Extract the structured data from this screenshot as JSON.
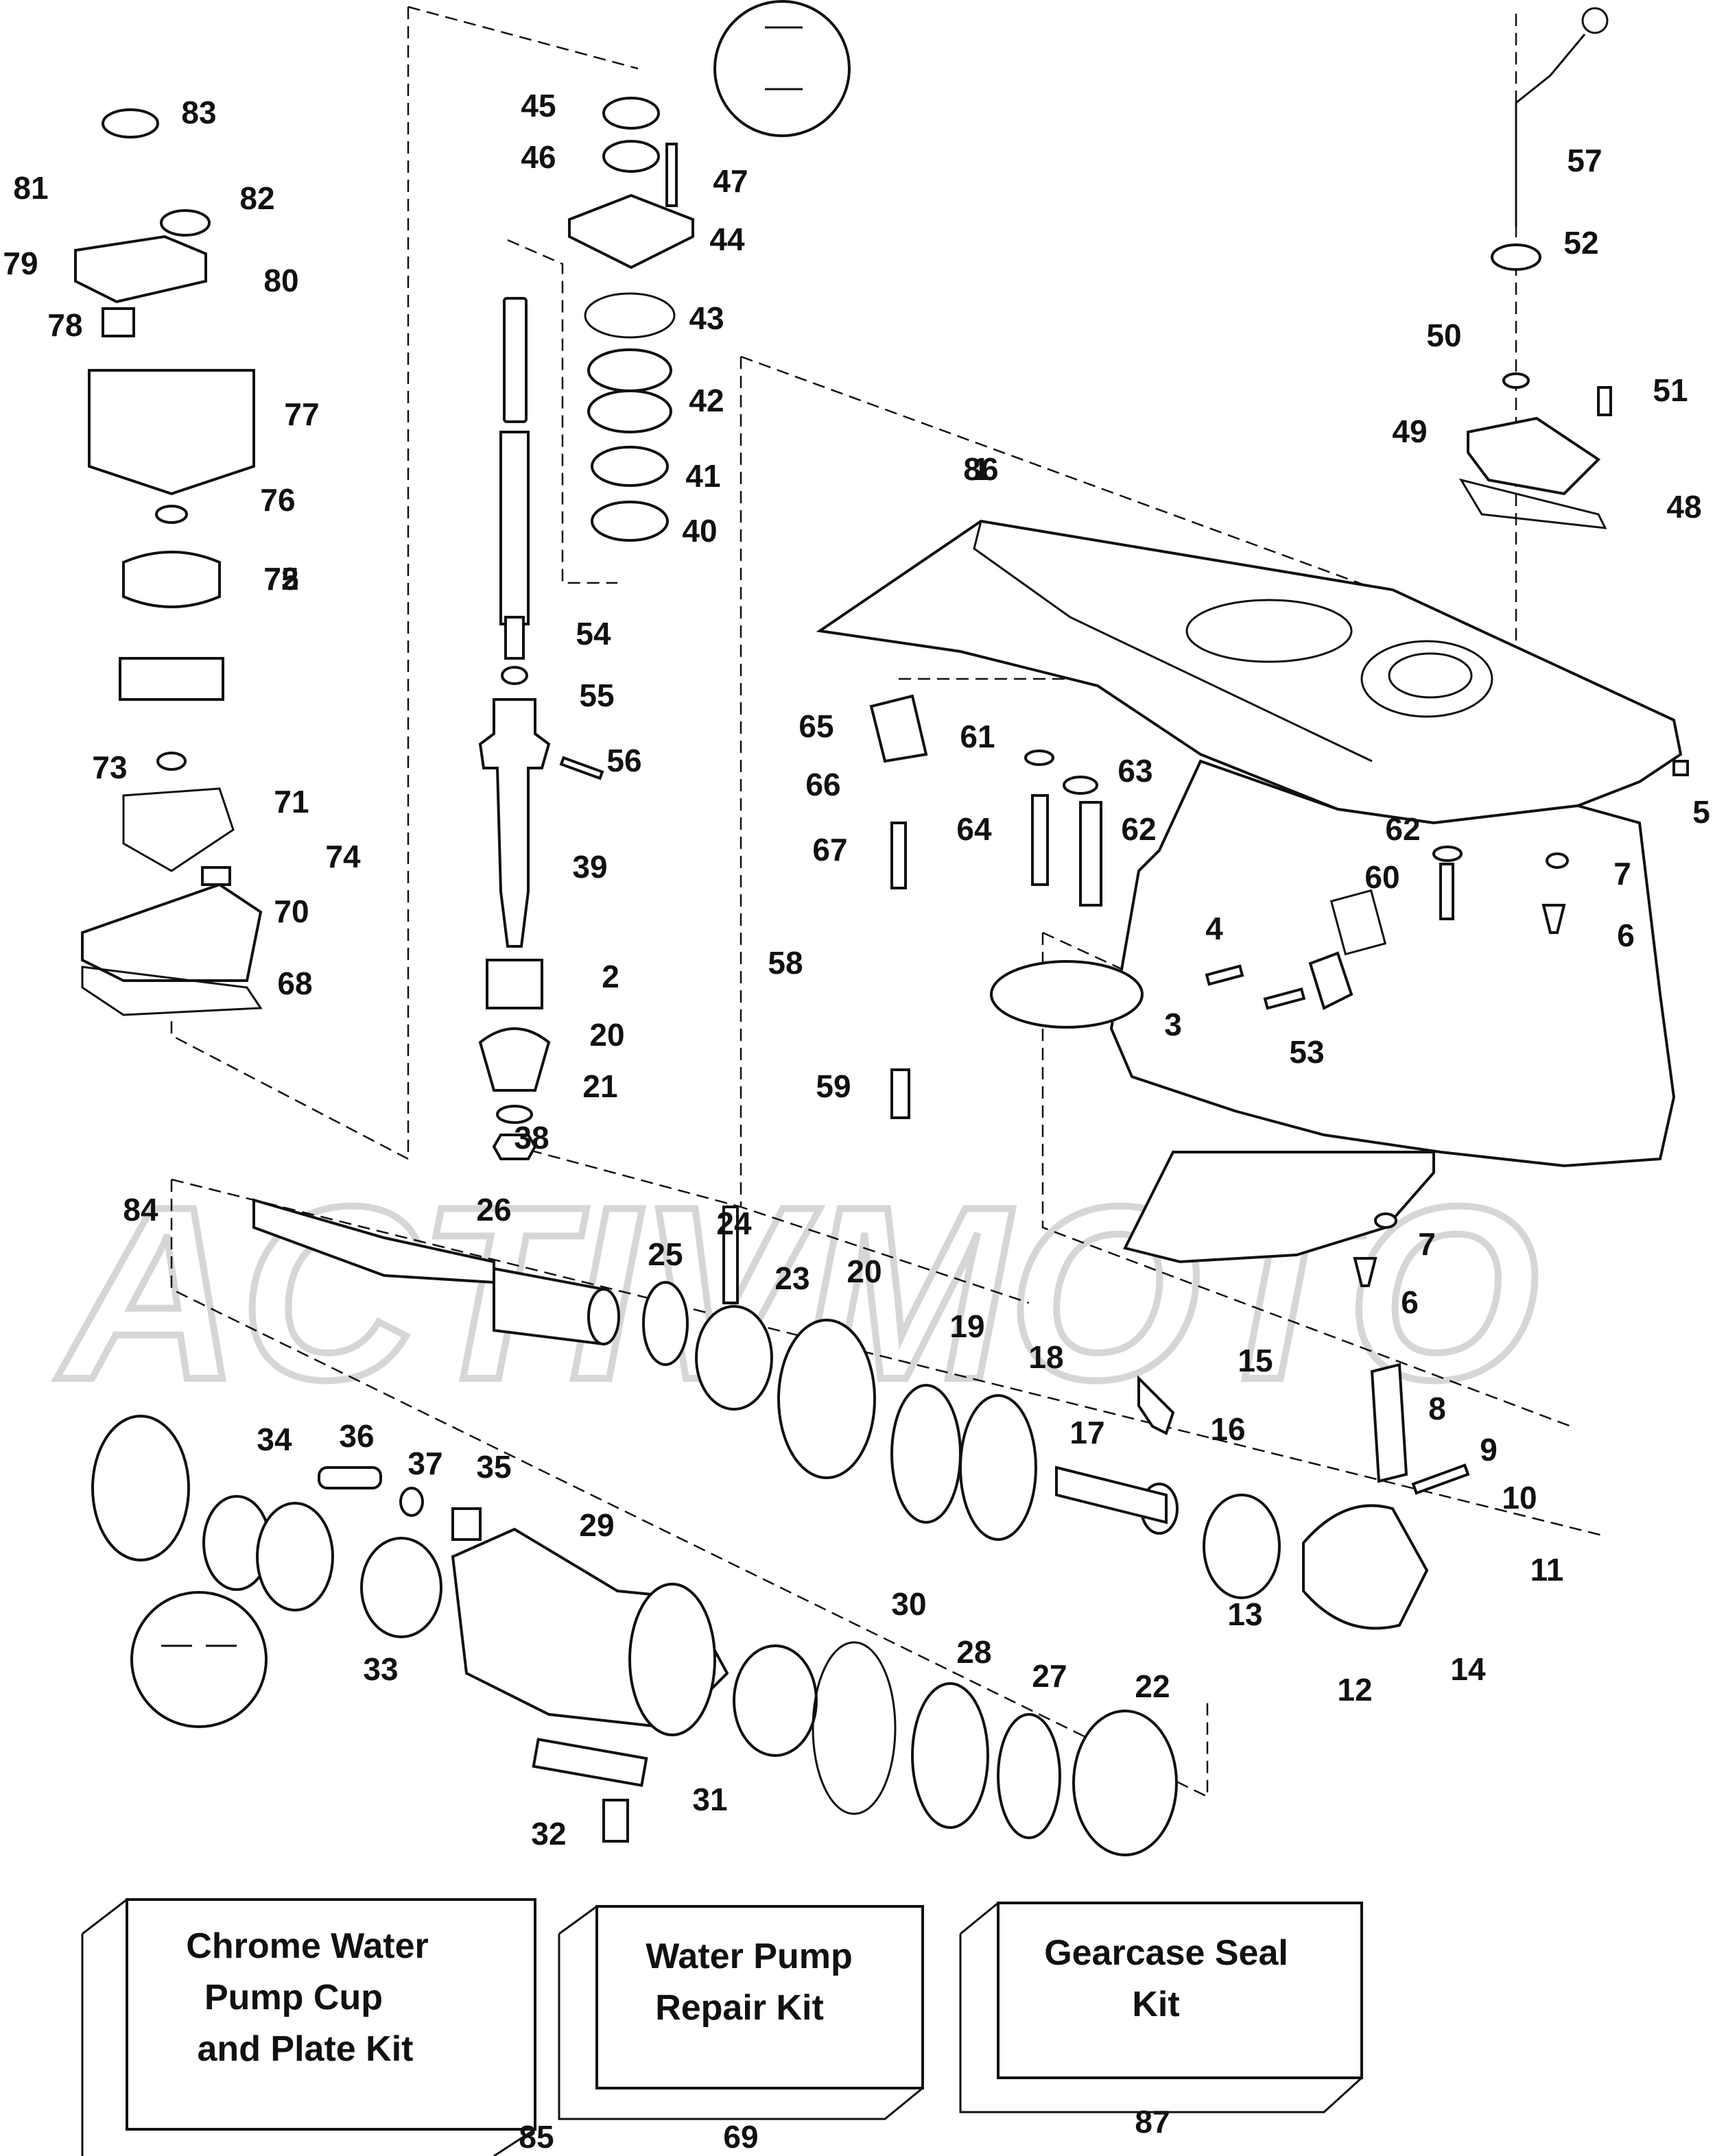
{
  "watermark": "ACTIVMOTO",
  "callouts": [
    "1",
    "2",
    "3",
    "4",
    "5",
    "6",
    "6",
    "7",
    "7",
    "8",
    "9",
    "10",
    "11",
    "12",
    "13",
    "14",
    "15",
    "16",
    "17",
    "18",
    "19",
    "20",
    "20",
    "21",
    "22",
    "23",
    "24",
    "25",
    "26",
    "27",
    "28",
    "29",
    "30",
    "31",
    "32",
    "33",
    "34",
    "35",
    "36",
    "37",
    "38",
    "39",
    "40",
    "41",
    "42",
    "43",
    "44",
    "45",
    "46",
    "47",
    "48",
    "49",
    "50",
    "51",
    "52",
    "53",
    "54",
    "55",
    "56",
    "57",
    "58",
    "59",
    "60",
    "61",
    "62",
    "62",
    "63",
    "64",
    "65",
    "66",
    "67",
    "68",
    "70",
    "71",
    "72",
    "73",
    "74",
    "75",
    "76",
    "77",
    "78",
    "79",
    "80",
    "81",
    "82",
    "83",
    "84",
    "86"
  ],
  "kits": [
    {
      "lines": [
        "Chrome Water",
        "Pump Cup",
        "and Plate Kit"
      ],
      "number": "85"
    },
    {
      "lines": [
        "Water Pump",
        "Repair Kit"
      ],
      "number": "69"
    },
    {
      "lines": [
        "Gearcase Seal",
        "Kit"
      ],
      "number": "87"
    }
  ],
  "icons": [
    "seal-lip-orientation-icon",
    "seal-lip-orientation-icon"
  ]
}
